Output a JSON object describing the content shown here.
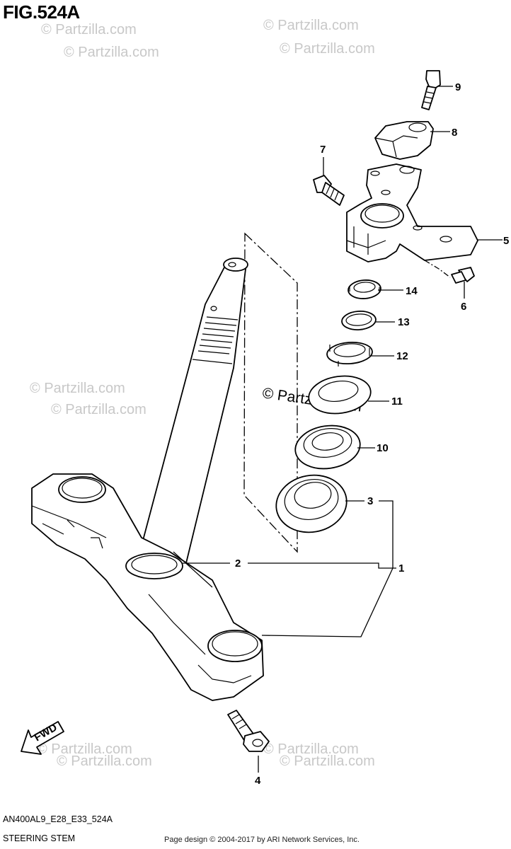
{
  "figure_title": "FIG.524A",
  "model_code": "AN400AL9_E28_E33_524A",
  "diagram_name": "STEERING STEM",
  "copyright": "Page design © 2004-2017 by ARI Network Services, Inc.",
  "watermark": "© Partzilla.com",
  "fwd_label": "FWD",
  "callouts": [
    {
      "id": "1",
      "label": "1"
    },
    {
      "id": "2",
      "label": "2"
    },
    {
      "id": "3",
      "label": "3"
    },
    {
      "id": "4",
      "label": "4"
    },
    {
      "id": "5",
      "label": "5"
    },
    {
      "id": "6",
      "label": "6"
    },
    {
      "id": "7",
      "label": "7"
    },
    {
      "id": "8",
      "label": "8"
    },
    {
      "id": "9",
      "label": "9"
    },
    {
      "id": "10",
      "label": "10"
    },
    {
      "id": "11",
      "label": "11"
    },
    {
      "id": "12",
      "label": "12"
    },
    {
      "id": "13",
      "label": "13"
    },
    {
      "id": "14",
      "label": "14"
    }
  ]
}
